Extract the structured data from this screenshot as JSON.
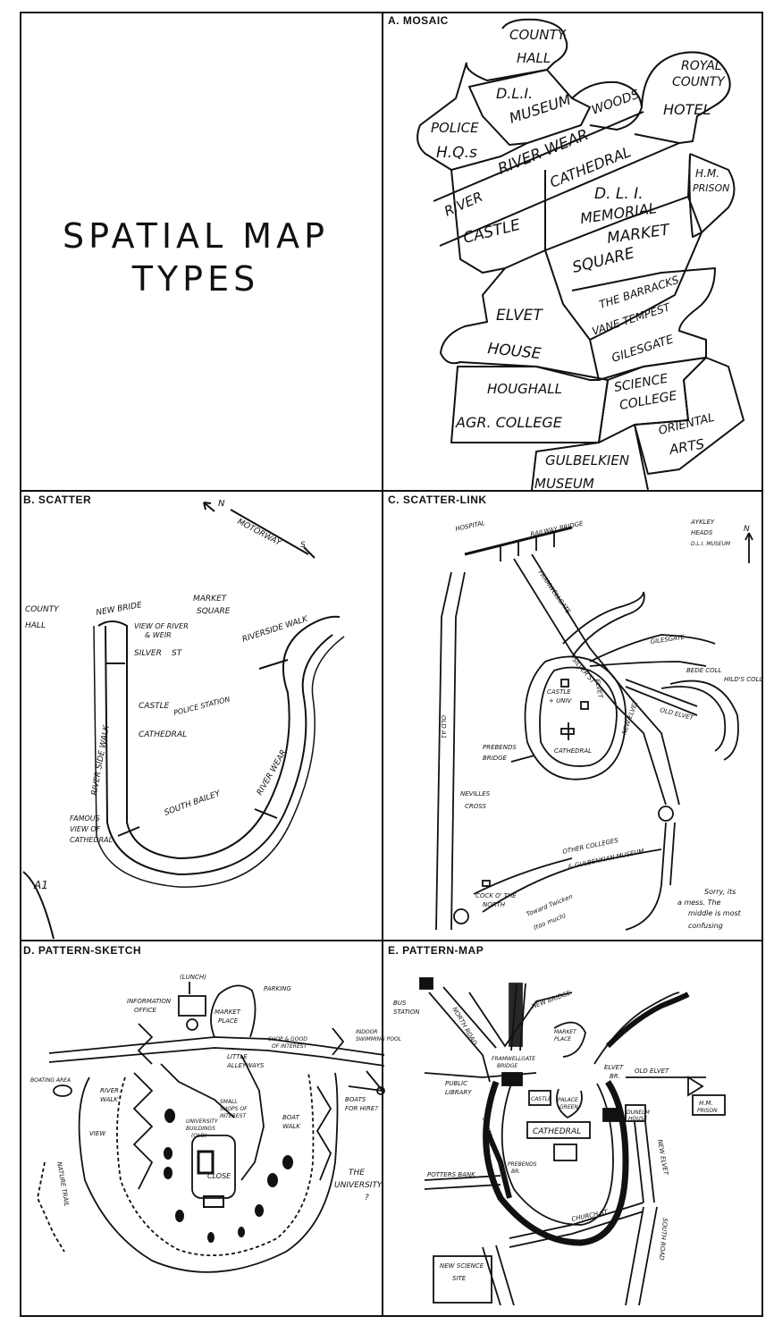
{
  "title": {
    "line1": "SPATIAL MAP",
    "line2": "TYPES"
  },
  "panels": {
    "a": {
      "label": "A. MOSAIC",
      "regions": {
        "county_hall_1": "COUNTY",
        "county_hall_2": "HALL",
        "dli_museum_1": "D.L.I.",
        "dli_museum_2": "MUSEUM",
        "police_1": "POLICE",
        "police_2": "H.Q.s",
        "royal_1": "ROYAL",
        "royal_2": "COUNTY",
        "royal_3": "HOTEL",
        "woods": "WOODS",
        "river_wear": "RIVER WEAR",
        "cathedral": "CATHEDRAL",
        "hm_1": "H.M.",
        "hm_2": "PRISON",
        "river": "RIVER",
        "castle": "CASTLE",
        "dli_memorial_1": "D. L. I.",
        "dli_memorial_2": "MEMORIAL",
        "market_1": "MARKET",
        "market_2": "SQUARE",
        "barracks_1": "THE BARRACKS",
        "barracks_2": "VANE TEMPEST",
        "barracks_3": "GILESGATE",
        "elvet_1": "ELVET",
        "elvet_2": "HOUSE",
        "houghall_1": "HOUGHALL",
        "houghall_2": "AGR. COLLEGE",
        "science_1": "SCIENCE",
        "science_2": "COLLEGE",
        "oriental_1": "ORIENTAL",
        "oriental_2": "ARTS",
        "gulbenkian_1": "GULBELKIEN",
        "gulbenkian_2": "MUSEUM"
      }
    },
    "b": {
      "label": "B. SCATTER",
      "texts": {
        "n": "N",
        "motorway": "MOTORWAY",
        "s": "S",
        "county_hall_1": "COUNTY",
        "county_hall_2": "HALL",
        "new_bridge": "NEW BRIDE",
        "market_1": "MARKET",
        "market_2": "SQUARE",
        "view_1": "VIEW OF RIVER",
        "view_2": "& WEIR",
        "silver": "SILVER",
        "silver_st": "ST",
        "riverside": "RIVERSIDE WALK",
        "castle": "CASTLE",
        "police": "POLICE STATION",
        "cathedral": "CATHEDRAL",
        "riverside_walk": "RIVER SIDE WALK",
        "river_wear": "RIVER WEAR",
        "south_bailey": "SOUTH BAILEY",
        "famous_1": "FAMOUS",
        "famous_2": "VIEW OF",
        "famous_3": "CATHEDRAL",
        "a1": "A1"
      }
    },
    "c": {
      "label": "C. SCATTER-LINK",
      "texts": {
        "hospital": "HOSPITAL",
        "railway_bridge": "RAILWAY BRIDGE",
        "aykley_1": "AYKLEY",
        "aykley_2": "HEADS",
        "aykley_3": "D.L.I. MUSEUM",
        "n": "N",
        "framwellgate": "FRAMWELLGATE",
        "gilesgate": "GILESGATE",
        "bede": "BEDE COLL",
        "hilds": "HILD'S COLL",
        "silver_st": "SILVER ST",
        "castle_1": "CASTLE",
        "castle_2": "+ UNIV",
        "elvet": "ELVET",
        "old_elvet": "OLD ELVET",
        "new_elvet": "NEW ELVET",
        "prebends_1": "PREBENDS",
        "prebends_2": "BRIDGE",
        "cathedral": "CATHEDRAL",
        "old_a1": "OLD A1",
        "nevilles_1": "NEVILLES",
        "nevilles_2": "CROSS",
        "colleges_1": "OTHER COLLEGES",
        "colleges_2": "& GULBENKIAN MUSEUM",
        "cock_1": "COCK O' THE",
        "cock_2": "NORTH",
        "sorry_1": "Sorry, its",
        "sorry_2": "a mess. The",
        "sorry_3": "middle is most",
        "sorry_4": "confusing",
        "toward": "Toward Twicken",
        "toward_2": "(too much)"
      }
    },
    "d": {
      "label": "D. PATTERN-SKETCH",
      "texts": {
        "lunch": "(LUNCH)",
        "info_1": "INFORMATION",
        "info_2": "OFFICE",
        "market_place_1": "MARKET",
        "market_place_2": "PLACE",
        "parking": "PARKING",
        "shop_1": "SHOP & GOOD",
        "shop_2": "OF INTEREST",
        "ind_1": "INDOOR",
        "ind_2": "SWIMMING POOL",
        "little_1": "LITTLE",
        "little_2": "ALLEYWAYS",
        "boating": "BOATING AREA",
        "river_walk_1": "RIVER",
        "river_walk_2": "WALK",
        "small_shops_1": "SMALL",
        "small_shops_2": "SHOPS OF",
        "small_shops_3": "INTEREST",
        "boat_walk_1": "BOAT",
        "boat_walk_2": "WALK",
        "boats_1": "BOATS",
        "boats_2": "FOR HIRE?",
        "univ_1": "UNIVERSITY",
        "univ_2": "BUILDINGS",
        "univ_3": "(OLD)",
        "view": "VIEW",
        "close": "CLOSE",
        "the_univ_1": "THE",
        "the_univ_2": "UNIVERSITY",
        "the_univ_3": "?",
        "nature_trail": "NATURE TRAIL"
      }
    },
    "e": {
      "label": "E. PATTERN-MAP",
      "texts": {
        "bus_station_1": "BUS",
        "bus_station_2": "STATION",
        "north_road": "NORTH ROAD",
        "new_bridge": "NEW BRIDGE",
        "market": "MARKET",
        "market_2": "PLACE",
        "framwellgate_1": "FRAMWELLGATE",
        "framwellgate_2": "BRIDGE",
        "public_library_1": "PUBLIC",
        "public_library_2": "LIBRARY",
        "castle": "CASTLE",
        "palace_1": "PALACE",
        "palace_2": "GREEN",
        "elvet_br_1": "ELVET",
        "elvet_br_2": "BR.",
        "old_elvet": "OLD ELVET",
        "hm_1": "H.M.",
        "hm_2": "PRISON",
        "dunelm_1": "DUNELM",
        "dunelm_2": "HOUSE",
        "cathedral": "CATHEDRAL",
        "silver_st": "SILVER ST",
        "prebends_1": "PREBENDS",
        "prebends_2": "BR.",
        "new_elvet": "NEW ELVET",
        "potters_bank": "POTTERS BANK",
        "church_st": "CHURCH ST",
        "south_rd": "SOUTH ROAD",
        "new_science_1": "NEW SCIENCE",
        "new_science_2": "SITE"
      }
    }
  }
}
